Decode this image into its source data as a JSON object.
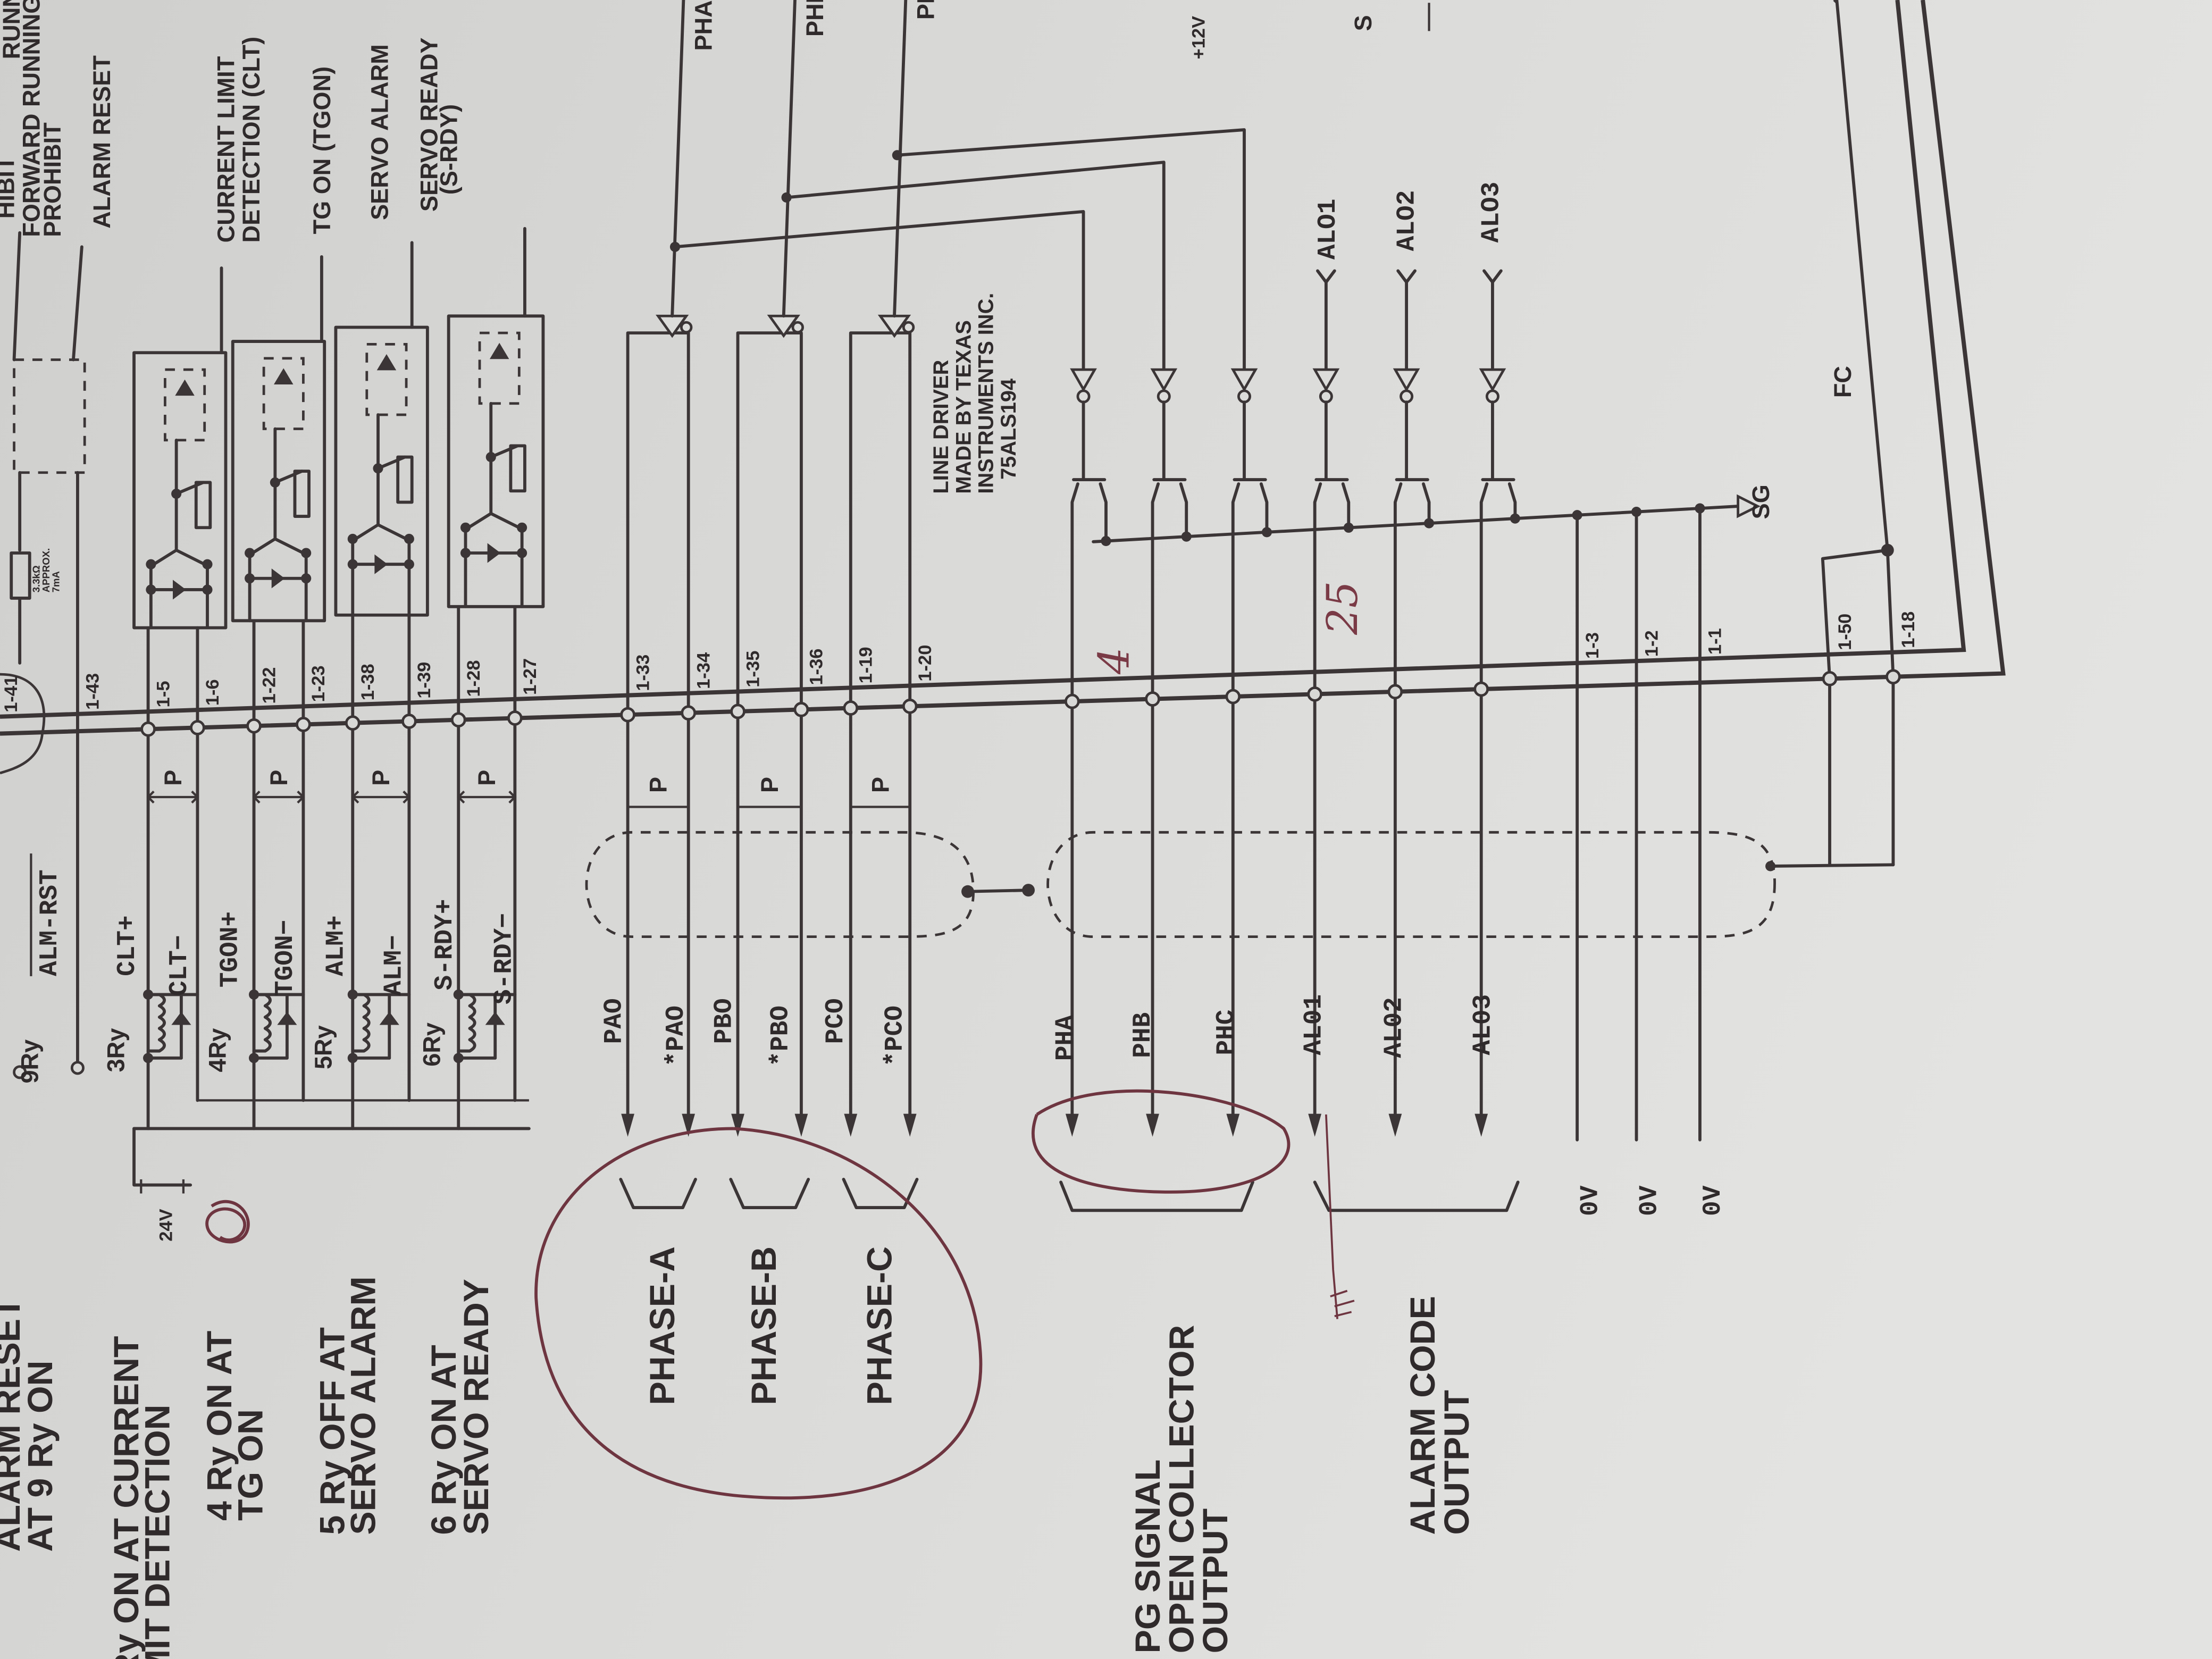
{
  "top_labels": {
    "partial_running": "RUNNING.",
    "partial_prohibit": "HIBIT",
    "forward_running": "FORWARD RUNNING",
    "forward_prohibit": "PROHIBIT",
    "alarm_reset": "ALARM RESET",
    "current_limit": "CURRENT LIMIT",
    "current_limit_detection": "DETECTION (CLT)",
    "tg_on": "TG ON (TGON)",
    "servo_alarm": "SERVO ALARM",
    "servo_ready": "SERVO READY",
    "servo_ready_abbr": "(S-RDY)",
    "pha_in": "PHA",
    "phb_in": "PHB",
    "phc_in": "PHC",
    "plus12v": "+12V",
    "s_partial": "S"
  },
  "resistor_note": [
    "3.3kΩ",
    "APPROX.",
    "7mA"
  ],
  "line_driver": [
    "LINE DRIVER",
    "MADE BY TEXAS",
    "INSTRUMENTS INC.",
    "75ALS194"
  ],
  "alarm_inputs": [
    "ALO1",
    "ALO2",
    "ALO3"
  ],
  "ground": {
    "sg": "SG",
    "fc": "FC"
  },
  "connector": {
    "partial_pin": "1-41",
    "pin_labels": [
      "1-43",
      "1-5",
      "1-6",
      "1-22",
      "1-23",
      "1-38",
      "1-39",
      "1-28",
      "1-27",
      "1-33",
      "1-34",
      "1-35",
      "1-36",
      "1-19",
      "1-20",
      "1-3",
      "1-2",
      "1-1",
      "1-50",
      "1-18"
    ]
  },
  "relays": [
    "9Ry",
    "3Ry",
    "4Ry",
    "5Ry",
    "6Ry"
  ],
  "relay_signals": [
    "ALM-RST",
    "CLT+",
    "CLT−",
    "TGON+",
    "TGON−",
    "ALM+",
    "ALM−",
    "S-RDY+",
    "S-RDY−"
  ],
  "twisted_pair": "P",
  "supply": "24V",
  "phase_signals": [
    "PAO",
    "*PAO",
    "PBO",
    "*PBO",
    "PCO",
    "*PCO"
  ],
  "phase_groups": [
    "PHASE-A",
    "PHASE-B",
    "PHASE-C"
  ],
  "pg_signals": [
    "PHA",
    "PHB",
    "PHC"
  ],
  "alarm_signals": [
    "AL01",
    "AL02",
    "AL03"
  ],
  "zero_volt": [
    "0V",
    "0V",
    "0V"
  ],
  "captions": {
    "alarm_reset": [
      "ALARM RESET",
      "AT 9 Ry ON"
    ],
    "current_limit": [
      "Ry ON AT  CURRENT",
      "MIT DETECTION"
    ],
    "tg_on": [
      "4 Ry ON AT",
      "TG ON"
    ],
    "servo_alarm": [
      "5 Ry OFF AT",
      "SERVO ALARM"
    ],
    "servo_ready": [
      "6 Ry ON AT",
      "SERVO READY"
    ],
    "pg_signal": [
      "PG SIGNAL",
      "OPEN COLLECTOR",
      "OUTPUT"
    ],
    "alarm_code": [
      "ALARM CODE",
      "OUTPUT"
    ]
  },
  "handwritten": [
    "4",
    "25"
  ],
  "colors": {
    "ink": "#3b3536",
    "paper": "#d8d8d6",
    "pen": "#7a3a46"
  }
}
